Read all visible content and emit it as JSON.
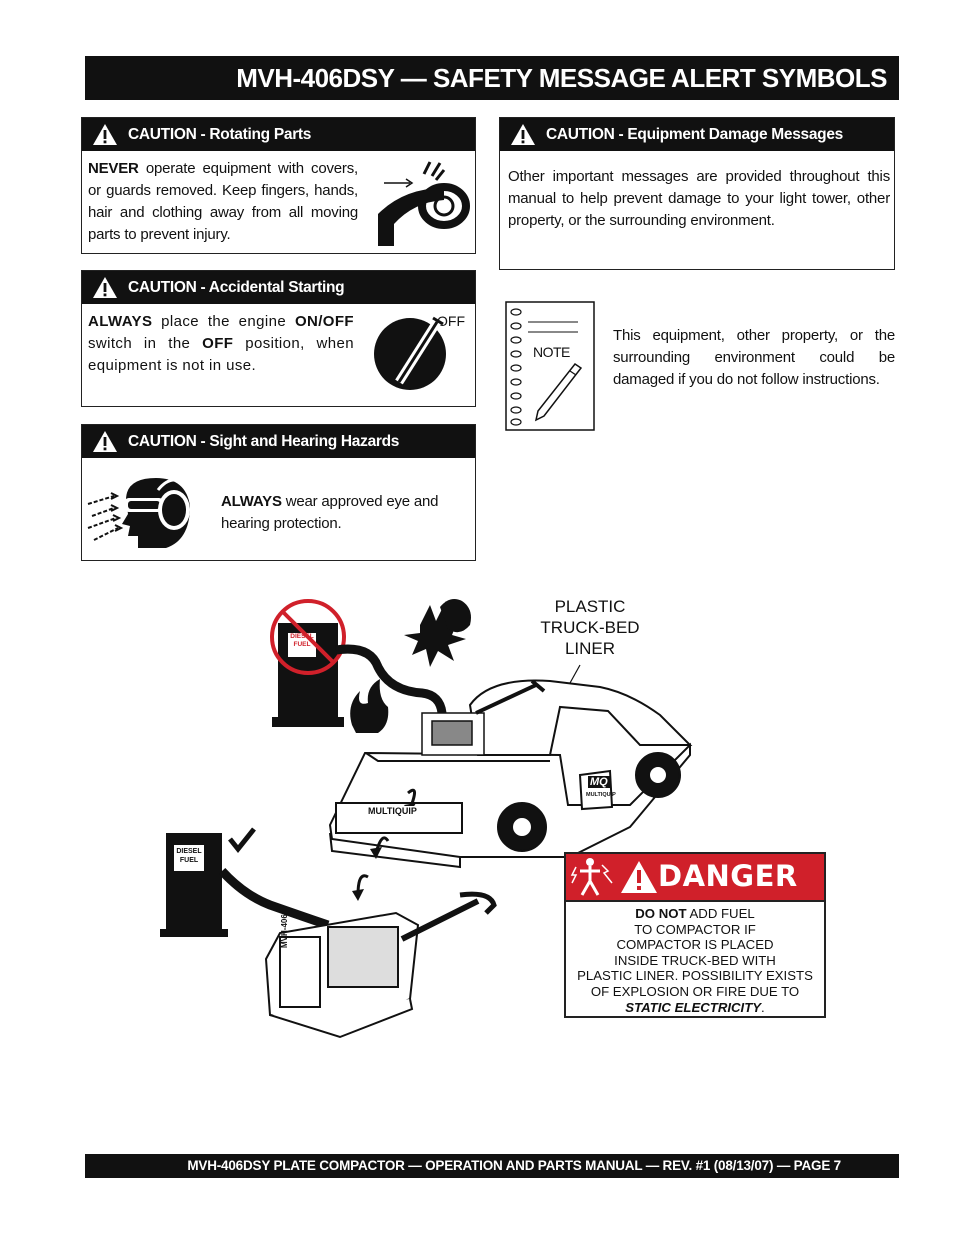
{
  "page": {
    "title": "MVH-406DSY — SAFETY MESSAGE ALERT SYMBOLS",
    "footer": "MVH-406DSY PLATE COMPACTOR — OPERATION AND PARTS MANUAL — REV. #1  (08/13/07) — PAGE 7"
  },
  "cautions": {
    "rotating": {
      "header": "CAUTION - Rotating Parts",
      "lead": "NEVER",
      "body": " operate equipment with covers, or guards removed.  Keep fingers, hands, hair and clothing away from all moving parts to prevent injury."
    },
    "starting": {
      "header": "CAUTION - Accidental Starting",
      "lead1": "ALWAYS",
      "t1": " place the engine ",
      "lead2": "ON/OFF",
      "t2": " switch in the ",
      "lead3": "OFF",
      "t3": " position, when equipment is not in use.",
      "icon_label": "OFF"
    },
    "sight": {
      "header": "CAUTION - Sight and Hearing Hazards",
      "lead": "ALWAYS",
      "body": " wear approved eye and hearing protection."
    },
    "damage": {
      "header": "CAUTION - Equipment Damage Messages",
      "body": "Other important messages are provided throughout this manual to help prevent damage to your light tower, other property, or the surrounding environment."
    }
  },
  "note": {
    "label": "NOTE",
    "body": "This equipment, other property, or the surrounding environment could be damaged if you do not follow instructions."
  },
  "illustration": {
    "liner_label": [
      "PLASTIC",
      "TRUCK-BED",
      "LINER"
    ],
    "pump_label_top": [
      "DIESEL",
      "FUEL"
    ],
    "pump_label_bottom": [
      "DIESEL",
      "FUEL"
    ],
    "truck_brand": "MULTIQUIP",
    "door_logo": "MQ",
    "door_brand": "MULTIQUIP",
    "compactor_label": "MVH-406"
  },
  "danger": {
    "heading": "DANGER",
    "lead": "DO NOT",
    "lines": [
      " ADD FUEL",
      "TO COMPACTOR IF",
      "COMPACTOR IS PLACED",
      "INSIDE TRUCK-BED WITH",
      "PLASTIC LINER. POSSIBILITY EXISTS",
      "OF EXPLOSION OR FIRE DUE TO"
    ],
    "emph": "STATIC ELECTRICITY",
    "end": "."
  }
}
